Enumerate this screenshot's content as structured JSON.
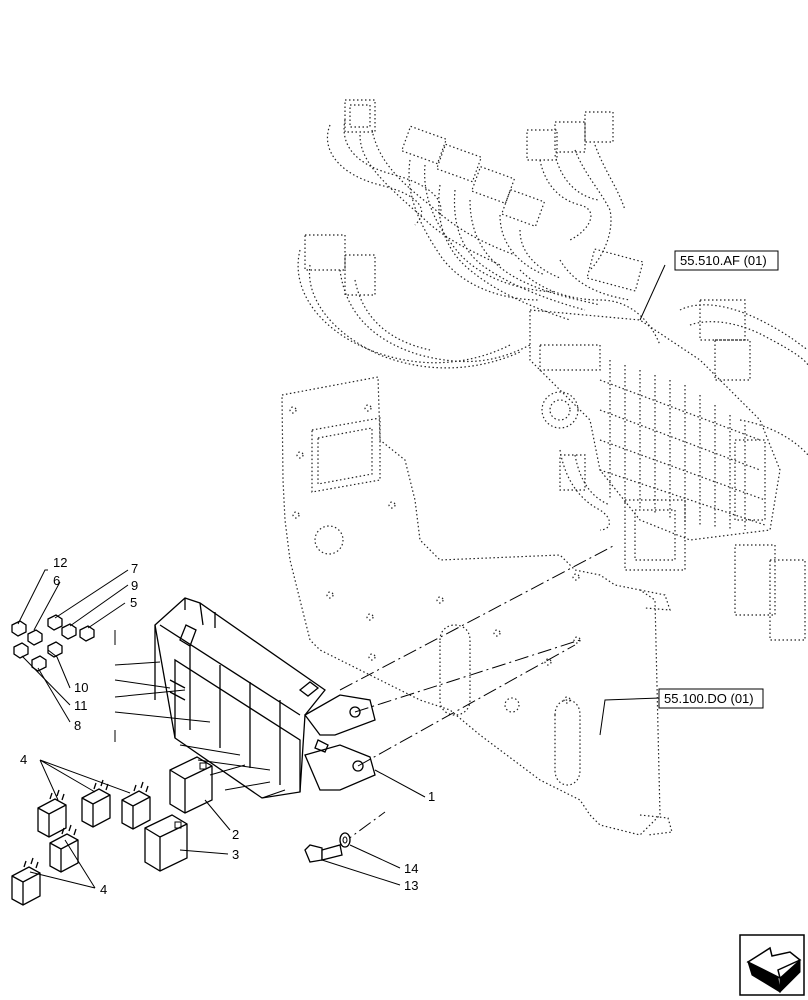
{
  "callouts": {
    "c1": "1",
    "c2": "2",
    "c3": "3",
    "c4a": "4",
    "c4b": "4",
    "c5": "5",
    "c6": "6",
    "c7": "7",
    "c8": "8",
    "c9": "9",
    "c10": "10",
    "c11": "11",
    "c12": "12",
    "c13": "13",
    "c14": "14"
  },
  "references": {
    "harness": "55.510.AF (01)",
    "frame": "55.100.DO (01)"
  },
  "nav_icon": "next-page-arrow-icon"
}
